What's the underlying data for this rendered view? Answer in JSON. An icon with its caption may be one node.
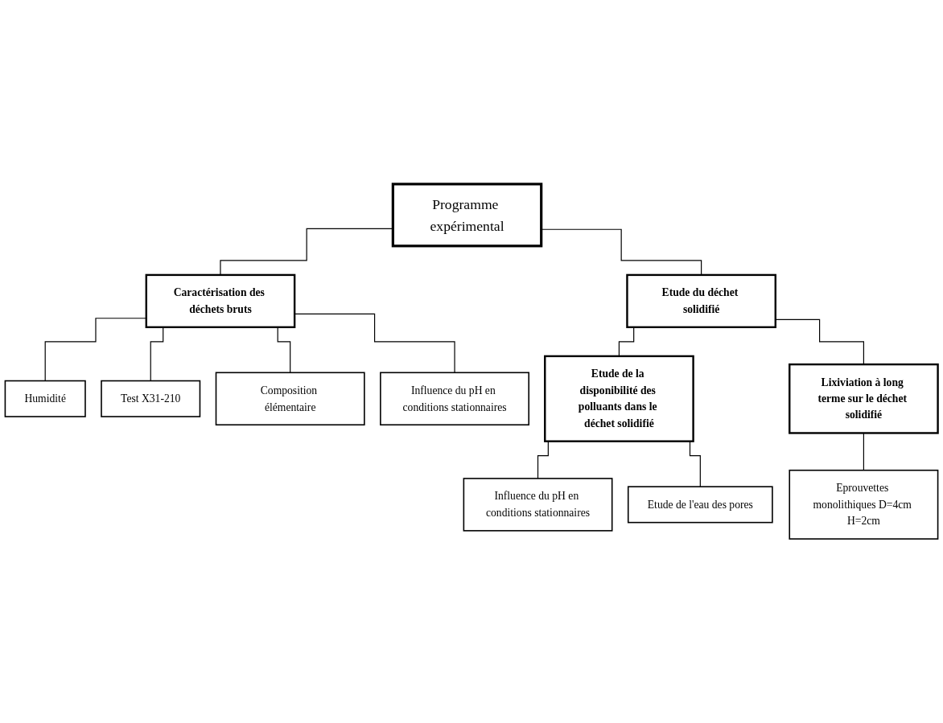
{
  "diagram": {
    "nodes": [
      {
        "text": [
          "Programme expérimental"
        ]
      },
      {
        "text": [
          "Caractérisation des déchets bruts"
        ]
      },
      {
        "text": [
          "Etude du déchet solidifié"
        ]
      },
      {
        "text": [
          "Humidité"
        ]
      },
      {
        "text": [
          "Test X31-210"
        ]
      },
      {
        "text": [
          "Composition élémentaire"
        ]
      },
      {
        "text": [
          "Influence du pH en conditions stationnaires"
        ]
      },
      {
        "text": [
          "Etude de la disponibilité des polluants dans le déchet solidifié"
        ]
      },
      {
        "text": [
          "Lixiviation à long terme sur le déchet solidifié"
        ]
      },
      {
        "text": [
          "Influence du pH en conditions stationnaires"
        ]
      },
      {
        "text": [
          "Etude de l'eau des pores"
        ]
      },
      {
        "text": [
          "Eprouvettes monolithiques D=4cm H=2cm"
        ]
      }
    ],
    "edges": [
      {
        "from": 0,
        "to": 1,
        "arrow": "none"
      },
      {
        "from": 0,
        "to": 2,
        "arrow": "none"
      },
      {
        "from": 1,
        "to": 3,
        "arrow": "none"
      },
      {
        "from": 1,
        "to": 4,
        "arrow": "none"
      },
      {
        "from": 1,
        "to": 5,
        "arrow": "none"
      },
      {
        "from": 1,
        "to": 6,
        "arrow": "none"
      },
      {
        "from": 2,
        "to": 7,
        "arrow": "none"
      },
      {
        "from": 2,
        "to": 8,
        "arrow": "none"
      },
      {
        "from": 7,
        "to": 9,
        "arrow": "none"
      },
      {
        "from": 7,
        "to": 10,
        "arrow": "none"
      },
      {
        "from": 8,
        "to": 11,
        "arrow": "none"
      }
    ]
  }
}
